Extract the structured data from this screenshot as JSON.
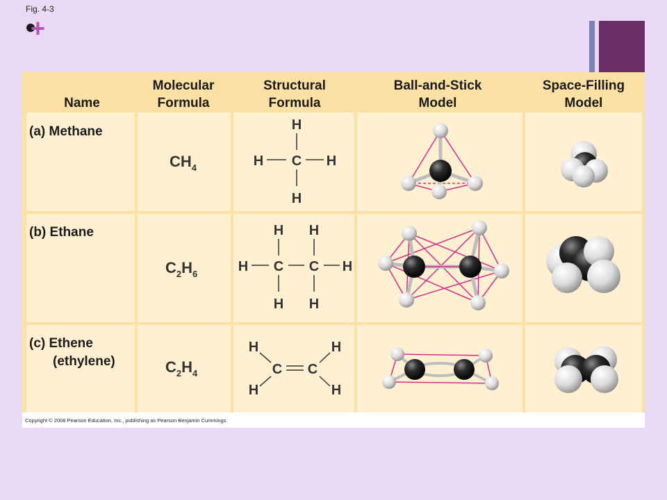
{
  "fig_label": "Fig. 4-3",
  "plus_glyph": "+",
  "table": {
    "headers": {
      "name": "Name",
      "molecular_l1": "Molecular",
      "molecular_l2": "Formula",
      "structural_l1": "Structural",
      "structural_l2": "Formula",
      "ball_l1": "Ball-and-Stick",
      "ball_l2": "Model",
      "space_l1": "Space-Filling",
      "space_l2": "Model"
    },
    "rows": [
      {
        "name": "(a) Methane",
        "name2": "",
        "formula_main": "CH",
        "formula_sub1": "4",
        "formula_mid": "",
        "formula_sub2": ""
      },
      {
        "name": "(b) Ethane",
        "name2": "",
        "formula_main": "C",
        "formula_sub1": "2",
        "formula_mid": "H",
        "formula_sub2": "6"
      },
      {
        "name": "(c) Ethene",
        "name2": "(ethylene)",
        "formula_main": "C",
        "formula_sub1": "2",
        "formula_mid": "H",
        "formula_sub2": "4"
      }
    ],
    "atom_H": "H",
    "atom_C": "C"
  },
  "copyright": "Copyright © 2008 Pearson Education, Inc., publishing as Pearson Benjamin Cummings.",
  "colors": {
    "background": "#ead9f2",
    "header_fill": "#fce0a4",
    "cell_fill": "#fff0d2",
    "grid_line": "#f0c98c",
    "stick_pink": "#d62d8c",
    "accent_purple": "#6b2d67",
    "accent_blue": "#7a7fb6"
  }
}
